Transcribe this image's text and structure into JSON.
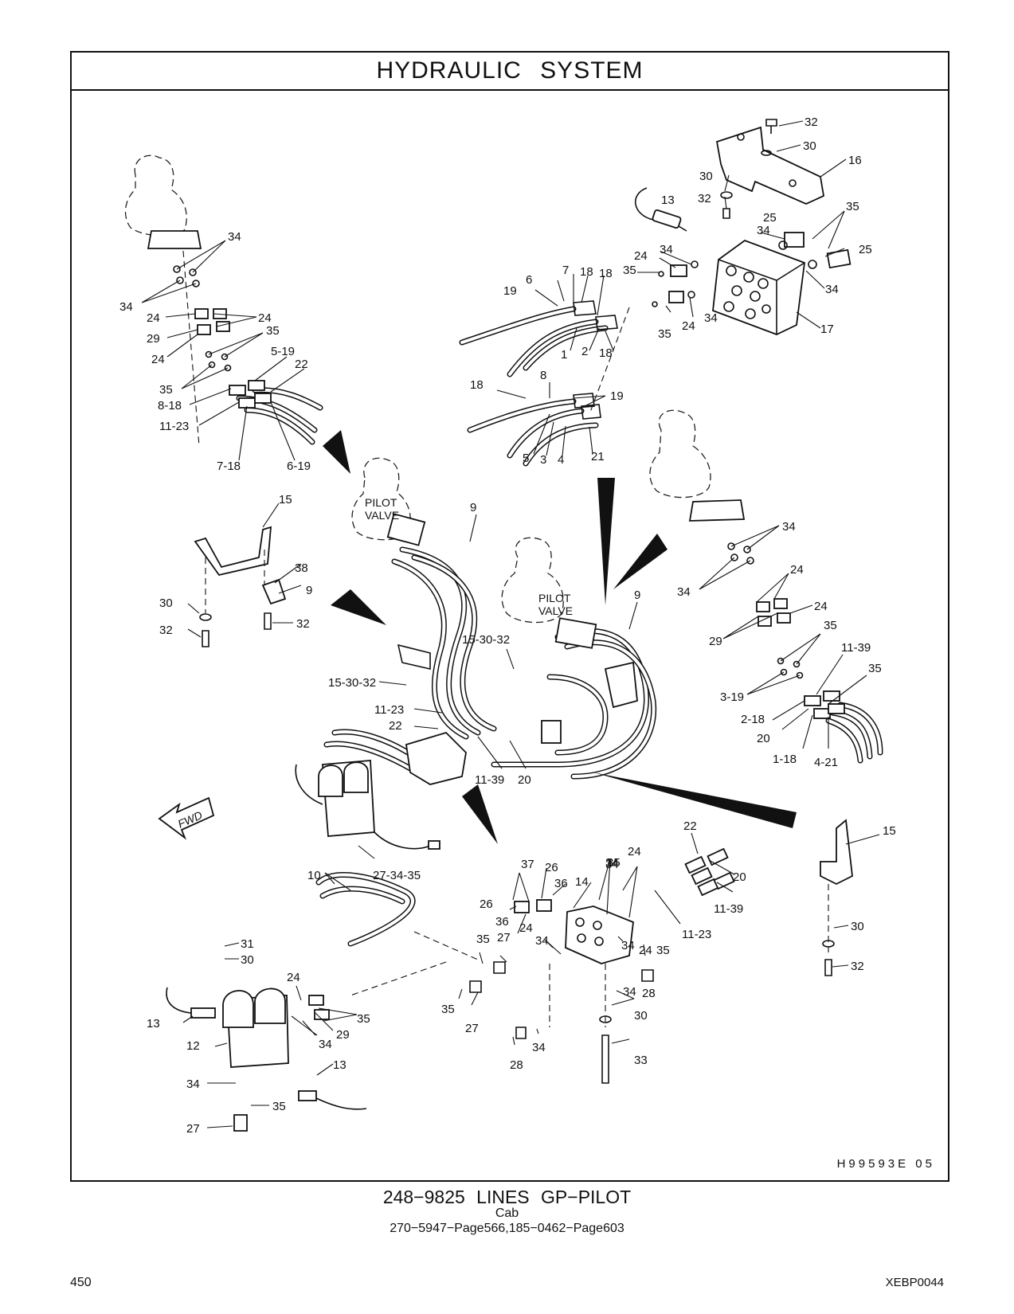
{
  "header": {
    "title": "HYDRAULIC   SYSTEM"
  },
  "diagram": {
    "drawing_id": "H99593E   05",
    "labels": {
      "pilot_valve_left": [
        "PILOT",
        "VALVE"
      ],
      "pilot_valve_right": [
        "PILOT",
        "VALVE"
      ],
      "fwd": "FWD"
    },
    "callouts": [
      "32",
      "30",
      "16",
      "30",
      "32",
      "13",
      "35",
      "25",
      "34",
      "25",
      "34",
      "24",
      "35",
      "34",
      "17",
      "35",
      "24",
      "34",
      "6",
      "7",
      "18",
      "18",
      "19",
      "1",
      "2",
      "18",
      "8",
      "18",
      "19",
      "5",
      "3",
      "4",
      "21",
      "34",
      "34",
      "24",
      "24",
      "29",
      "24",
      "35",
      "5-19",
      "22",
      "35",
      "8-18",
      "11-23",
      "7-18",
      "6-19",
      "15",
      "38",
      "9",
      "30",
      "32",
      "32",
      "9",
      "9",
      "15-30-32",
      "15-30-32",
      "11-23",
      "22",
      "11-39",
      "20",
      "34",
      "34",
      "24",
      "29",
      "24",
      "35",
      "3-19",
      "11-39",
      "35",
      "2-18",
      "20",
      "1-18",
      "4-21",
      "22",
      "15",
      "20",
      "11-39",
      "30",
      "32",
      "10",
      "27-34-35",
      "37",
      "26",
      "36",
      "26",
      "36",
      "14",
      "34",
      "24",
      "35",
      "34",
      "24",
      "34",
      "24",
      "35",
      "11-23",
      "35",
      "27",
      "34",
      "35",
      "27",
      "34",
      "28",
      "30",
      "28",
      "34",
      "33",
      "31",
      "30",
      "24",
      "13",
      "35",
      "29",
      "34",
      "12",
      "13",
      "34",
      "35",
      "27"
    ]
  },
  "footer": {
    "caption_main": "248−9825   LINES  GP−PILOT",
    "caption_sub": "Cab",
    "caption_ref": "270−5947−Page566,185−0462−Page603",
    "page_number": "450",
    "doc_code": "XEBP0044"
  }
}
